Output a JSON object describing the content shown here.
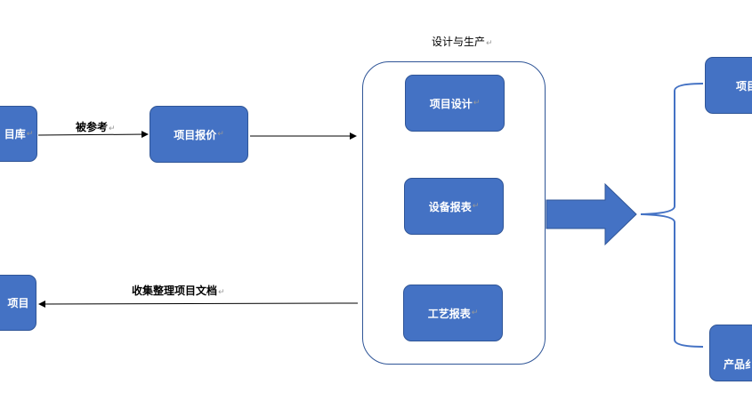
{
  "colors": {
    "box_fill": "#4472C4",
    "box_border": "#2F5597",
    "line": "#000000",
    "bracket": "#4472C4"
  },
  "return_mark": "↵",
  "boxes": {
    "library_partial": "目库",
    "quote": "项目报价",
    "project_partial": "项目",
    "design": "项目设计",
    "equipment": "设备报表",
    "process": "工艺报表",
    "right_top_partial": "项目",
    "right_bottom_partial": "产品纟"
  },
  "labels": {
    "referenced": "被参考",
    "collect_docs": "收集整理项目文档",
    "design_production": "设计与生产"
  }
}
